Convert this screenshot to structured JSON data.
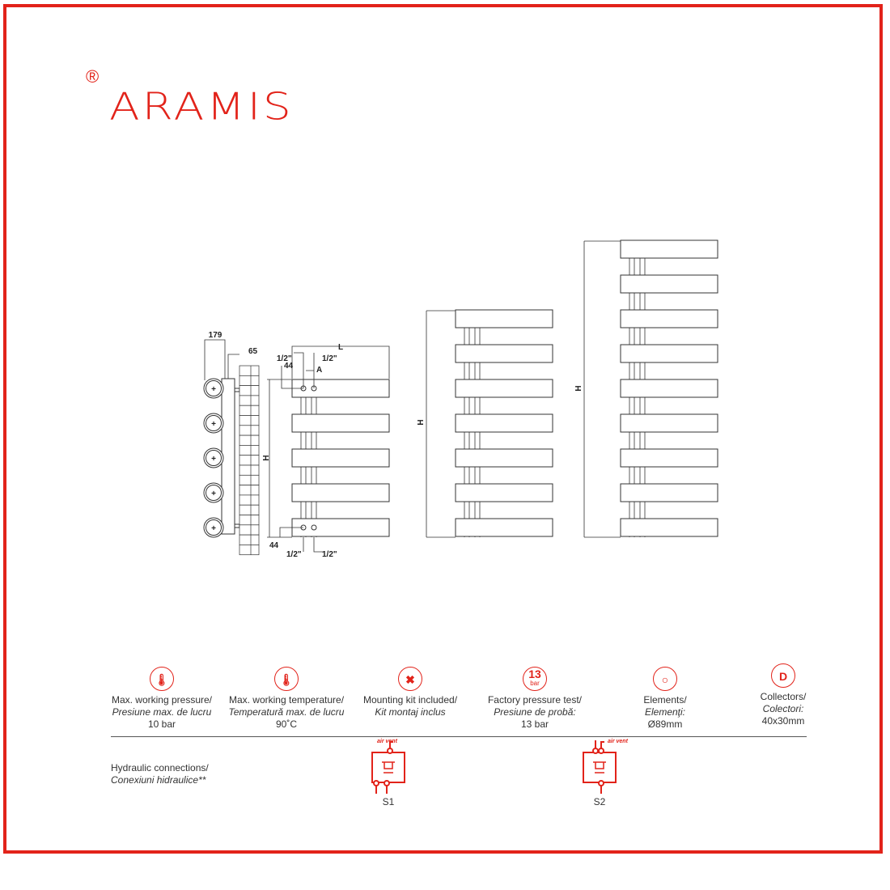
{
  "brand": {
    "registered_mark": "®",
    "name": "ARAMIS",
    "color": "#e2231a"
  },
  "drawing": {
    "dim_side_depth": "179",
    "dim_wall_offset": "65",
    "dim_length": "L",
    "dim_height": "H",
    "dim_axis": "A",
    "dim_offset_top": "44",
    "dim_offset_bottom": "44",
    "thread": "1/2\"",
    "small_model_elements": 5,
    "medium_model_elements": 7,
    "large_model_elements": 9
  },
  "specs": [
    {
      "icon": "thermometer-pressure-icon",
      "label": "Max. working pressure/",
      "label_ro": "Presiune max. de lucru",
      "value": "10 bar"
    },
    {
      "icon": "thermometer-temperature-icon",
      "label": "Max. working temperature/",
      "label_ro": "Temperatură max. de lucru",
      "value": "90˚C"
    },
    {
      "icon": "tools-icon",
      "label": "Mounting kit included/",
      "label_ro": "Kit montaj inclus",
      "value": ""
    },
    {
      "icon": "pressure-test-icon",
      "icon_text": "13",
      "icon_sub": "bar",
      "label": "Factory pressure test/",
      "label_ro": "Presiune de probă:",
      "value": "13 bar"
    },
    {
      "icon": "circle-element-icon",
      "label": "Elements/",
      "label_ro": "Elemenţi:",
      "value": "Ø89mm"
    },
    {
      "icon": "collector-profile-icon",
      "label": "Collectors/",
      "label_ro": "Colectori:",
      "value": "40x30mm"
    }
  ],
  "hydraulic": {
    "label": "Hydraulic connections/",
    "label_ro": "Conexiuni hidraulice**",
    "air_vent": "air vent",
    "schemes": [
      "S1",
      "S2"
    ]
  }
}
